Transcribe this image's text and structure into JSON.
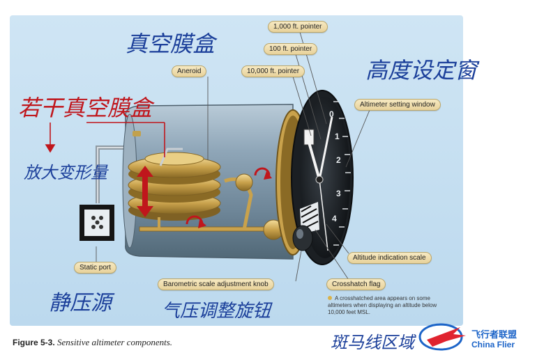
{
  "labels": {
    "pointer_1000": "1,000 ft. pointer",
    "pointer_100": "100 ft. pointer",
    "pointer_10000": "10,000 ft. pointer",
    "aneroid": "Aneroid",
    "altimeter_setting_window": "Altimeter setting window",
    "static_port": "Static port",
    "altitude_indication_scale": "Altitude indication scale",
    "barometric_knob": "Barometric scale adjustment knob",
    "crosshatch_flag": "Crosshatch flag"
  },
  "note": "A crosshatched area appears on some altimeters when displaying an altitude below 10,000 feet MSL.",
  "caption": {
    "figure": "Figure 5-3.",
    "text": "Sensitive altimeter components."
  },
  "annotations": {
    "aneroid_cn": "真空膜盒",
    "aneroids_cn": "若干真空膜盒",
    "amplify_cn": "放大变形量",
    "setting_window_cn": "高度设定窗",
    "static_source_cn": "静压源",
    "knob_cn": "气压调整旋钮",
    "crosshatch_cn": "斑马线区域"
  },
  "dial_numbers": [
    "0",
    "1",
    "2",
    "3",
    "4"
  ],
  "watermark": {
    "cn": "飞行者联盟",
    "en": "China Flier"
  }
}
